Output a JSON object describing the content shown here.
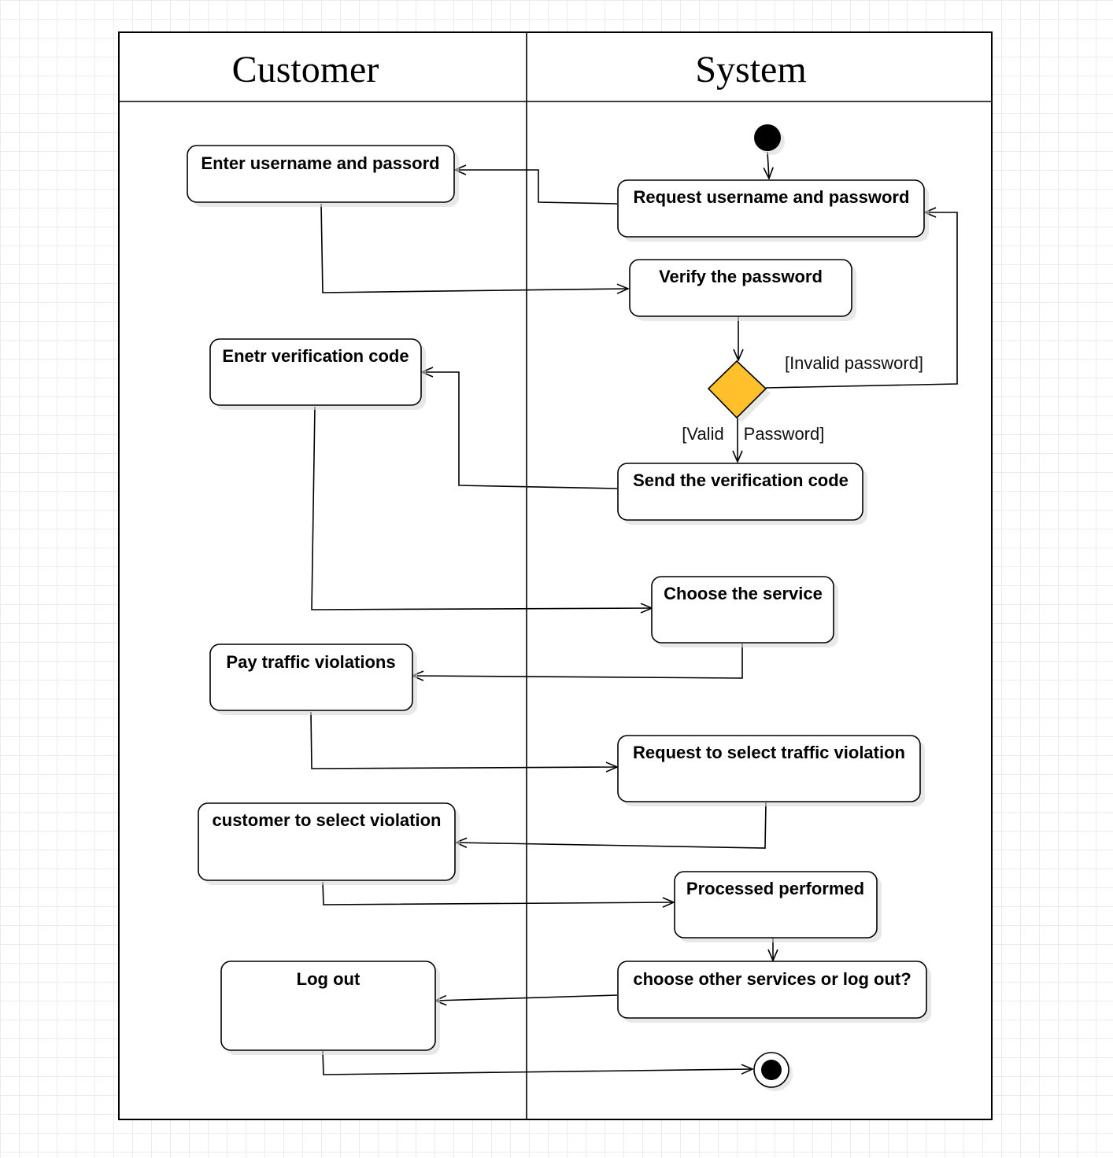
{
  "swimlanes": [
    {
      "title": "Customer"
    },
    {
      "title": "System"
    }
  ],
  "nodes": {
    "enter_credentials": "Enter username and passord",
    "request_credentials": "Request username and password",
    "verify_password": "Verify the password",
    "enter_code": "Enetr verification code",
    "send_code": "Send the verification code",
    "choose_service": "Choose the service",
    "pay_violations": "Pay traffic violations",
    "request_select_violation": "Request to select traffic violation",
    "customer_select_violation": "customer to select violation",
    "processed": "Processed performed",
    "choose_other": "choose other services or log out?",
    "log_out": "Log out"
  },
  "guards": {
    "invalid": "[Invalid password]",
    "valid_left": "[Valid",
    "valid_right": "Password]"
  },
  "colors": {
    "decision_fill": "#FFC02B",
    "line": "#000000"
  }
}
